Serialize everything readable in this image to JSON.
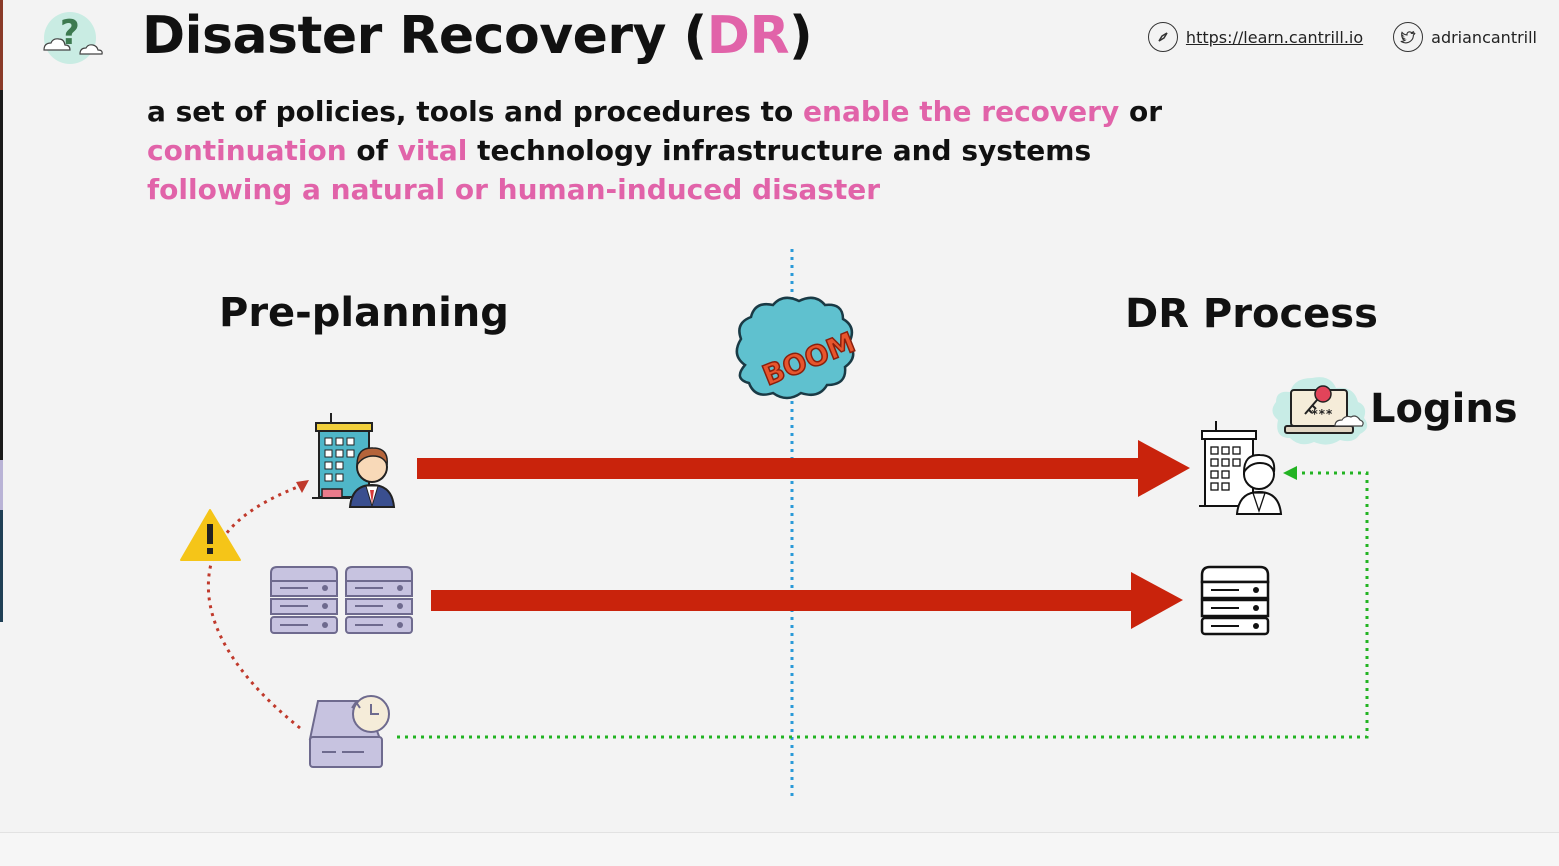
{
  "header": {
    "title_prefix": "Disaster Recovery (",
    "title_highlight": "DR",
    "title_suffix": ")",
    "website": "https://learn.cantrill.io",
    "twitter": "adriancantrill",
    "website_icon": "compass-icon",
    "twitter_icon": "twitter-bird-icon"
  },
  "definition": {
    "parts": [
      {
        "text": "a set of policies, tools and procedures to ",
        "highlight": false
      },
      {
        "text": "enable the recovery",
        "highlight": true
      },
      {
        "text": " or",
        "highlight": false
      },
      {
        "text": "continuation",
        "highlight": true
      },
      {
        "text": " of ",
        "highlight": false
      },
      {
        "text": "vital",
        "highlight": true
      },
      {
        "text": " technology infrastructure and systems",
        "highlight": false
      },
      {
        "text": "following a natural or human-induced disaster",
        "highlight": true
      }
    ]
  },
  "diagram": {
    "left_label": "Pre-planning",
    "right_label": "DR Process",
    "logins_label": "Logins",
    "boom_text": "BOOM",
    "icons": [
      "help-cloud-icon",
      "office-staff-icon",
      "warning-icon",
      "server-icon",
      "backup-drive-icon",
      "laptop-login-icon",
      "boom-icon"
    ]
  },
  "colors": {
    "accent_pink": "#e163a9",
    "arrow_red": "#c9230c",
    "dotted_red": "#c0392b",
    "dotted_green": "#22b322",
    "divider_blue": "#2a9ad8",
    "warning_yellow": "#f5c518",
    "boom_cloud": "#5fc1cf"
  }
}
